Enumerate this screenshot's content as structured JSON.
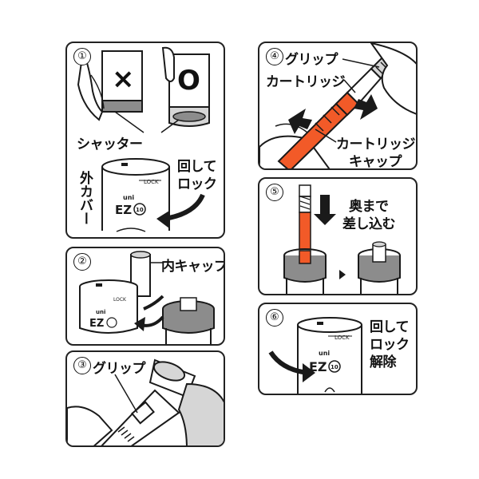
{
  "panels": {
    "p1": {
      "number": "①",
      "bad_mark": "×",
      "good_mark": "O",
      "shutter_label": "シャッター",
      "outer_cover_label": "外カバー",
      "instruction": [
        "回して",
        "ロック"
      ]
    },
    "p2": {
      "number": "②",
      "inner_cap_label": "内キャップ"
    },
    "p3": {
      "number": "③",
      "grip_label": "グリップ"
    },
    "p4": {
      "number": "④",
      "grip_label": "グリップ",
      "cartridge_label": "カートリッジ",
      "cartridge_cap_label": [
        "カートリッジ",
        "キャップ"
      ]
    },
    "p5": {
      "number": "⑤",
      "instruction": [
        "奥まで",
        "差し込む"
      ]
    },
    "p6": {
      "number": "⑥",
      "instruction": [
        "回して",
        "ロック",
        "解除"
      ]
    }
  },
  "product": {
    "brand": "uni",
    "model": "EZ",
    "model_suffix": "10",
    "lock_text": "LOCK"
  },
  "colors": {
    "orange": "#f25a28",
    "gray": "#8c8c8c",
    "light_gray": "#d6d6d6",
    "outline": "#1a1a1a"
  }
}
